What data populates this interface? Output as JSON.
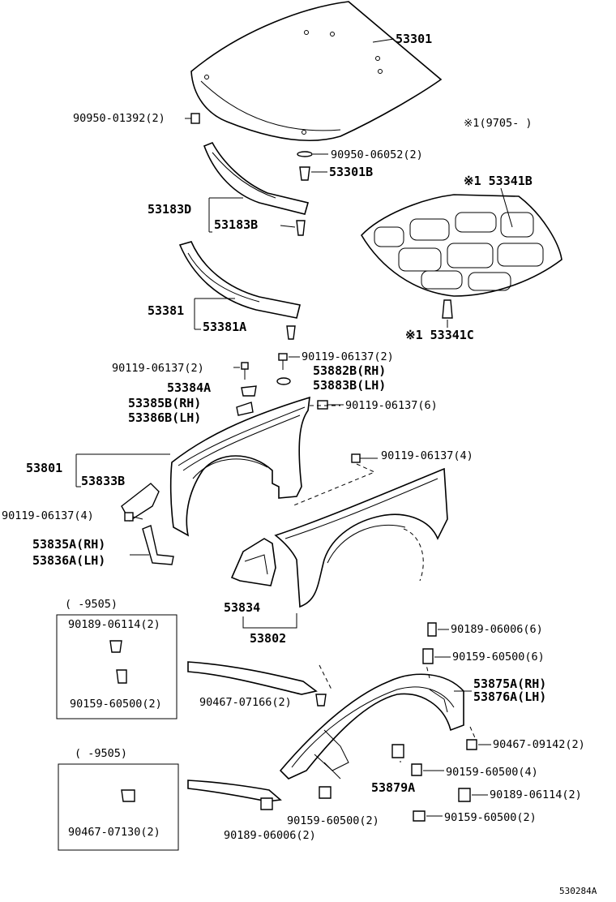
{
  "labels": {
    "hood": "53301",
    "hood_clip": "90950-01392(2)",
    "note_9705": "※1(9705-     )",
    "hood_grommet": "90950-06052(2)",
    "hood_cushion": "53301B",
    "insulator": "※1 53341B",
    "insulator_clip": "※1 53341C",
    "seal_d": "53183D",
    "seal_b": "53183B",
    "seal_381": "53381",
    "seal_381a": "53381A",
    "bolt_2a": "90119-06137(2)",
    "bolt_2b": "90119-06137(2)",
    "bracket_384a": "53384A",
    "washer_rh": "53882B(RH)",
    "washer_lh": "53883B(LH)",
    "bracket_rh": "53385B(RH)",
    "bracket_lh": "53386B(LH)",
    "bolt_6": "90119-06137(6)",
    "bolt_4a": "90119-06137(4)",
    "fender_lh": "53801",
    "bracket_833b": "53833B",
    "bolt_4b": "90119-06137(4)",
    "brace_rh": "53835A(RH)",
    "brace_lh": "53836A(LH)",
    "bracket_834": "53834",
    "fender_rh": "53802",
    "box1_note": "(    -9505)",
    "box1_clip": "90189-06114(2)",
    "box1_screw": "90159-60500(2)",
    "box2_note": "(    -9505)",
    "box2_clip": "90467-07130(2)",
    "clip_07166": "90467-07166(2)",
    "clip_06006_6": "90189-06006(6)",
    "screw_60500_6": "90159-60500(6)",
    "liner_rh": "53875A(RH)",
    "liner_lh": "53876A(LH)",
    "clip_09142": "90467-09142(2)",
    "screw_60500_4": "90159-60500(4)",
    "part_53879a": "53879A",
    "clip_06114": "90189-06114(2)",
    "screw_60500_2a": "90159-60500(2)",
    "screw_60500_2b": "90159-60500(2)",
    "clip_06006_2": "90189-06006(2)",
    "diagram_code": "530284A"
  }
}
